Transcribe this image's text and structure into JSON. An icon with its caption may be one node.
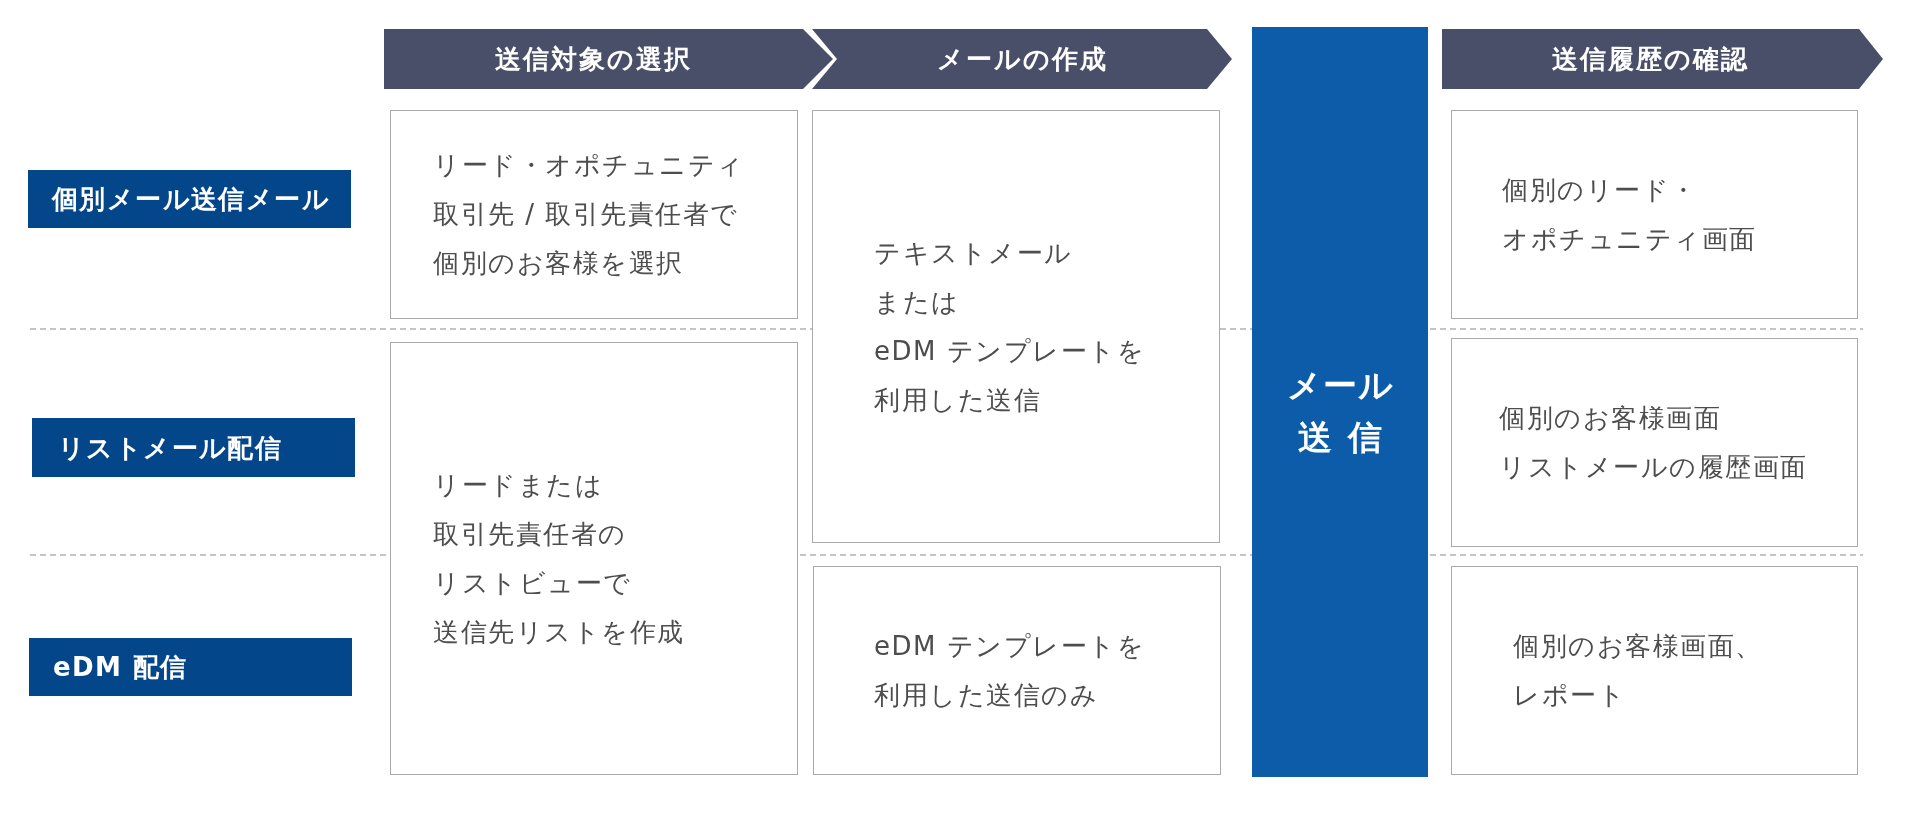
{
  "diagram": {
    "nodes": [
      {
        "text": [
          "送信対象の選択"
        ]
      },
      {
        "text": [
          "メールの作成"
        ]
      },
      {
        "text": [
          "メール送信"
        ]
      },
      {
        "text": [
          "送信履歴の確認"
        ]
      },
      {
        "text": [
          "個別メール送信メール"
        ]
      },
      {
        "text": [
          "リード・オポチュニティ取引先 / 取引先責任者で個別のお客様を選択"
        ]
      },
      {
        "text": [
          "テキストメールまたはeDM テンプレートを利用した送信"
        ]
      },
      {
        "text": [
          "個別のリード・オポチュニティ画面"
        ]
      },
      {
        "text": [
          "リストメール配信"
        ]
      },
      {
        "text": [
          "リードまたは取引先責任者のリストビューで送信先リストを作成"
        ]
      },
      {
        "text": [
          "個別のお客様画面リストメールの履歴画面"
        ]
      },
      {
        "text": [
          "eDM 配信"
        ]
      },
      {
        "text": [
          "eDM テンプレートを利用した送信のみ"
        ]
      },
      {
        "text": [
          "個別のお客様画面、レポート"
        ]
      }
    ]
  }
}
